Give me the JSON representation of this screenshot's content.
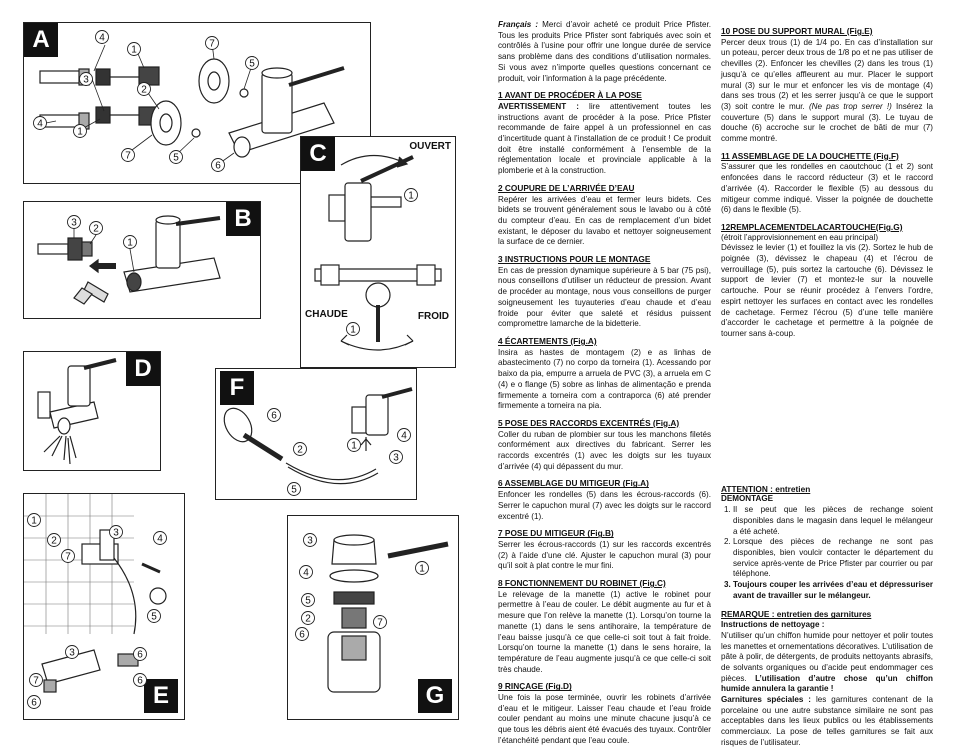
{
  "panels": {
    "A": {
      "tag": "A"
    },
    "B": {
      "tag": "B"
    },
    "C": {
      "tag": "C",
      "ouvert": "OUVERT",
      "chaude": "CHAUDE",
      "froid": "FROID"
    },
    "D": {
      "tag": "D"
    },
    "E": {
      "tag": "E"
    },
    "F": {
      "tag": "F"
    },
    "G": {
      "tag": "G"
    }
  },
  "text": {
    "intro_lang": "Français :",
    "intro": "Merci d’avoir acheté ce produit Price Pfister. Tous les produits Price Pfister sont fabriqués avec soin et contrôlés à l’usine pour offrir une longue durée de service sans problème dans des conditions d’utilisation normales. Si vous avez n’importe quelles questions concernant ce produit, voir l’information à la page précédente.",
    "s1_h": "1 AVANT DE PROCÉDER À LA POSE",
    "s1_warn": "AVERTISSEMENT :",
    "s1": "lire attentivement toutes les instructions avant de procéder à la pose. Price Pfister recommande de faire appel à un professionnel en cas d’incertitude quant à l’installation de ce produit ! Ce produit doit être installé conformément à l’ensemble de la réglementation locale et provinciale applicable à la plomberie et à la construction.",
    "s2_h": "2 COUPURE DE L’ARRIVÉE D’EAU",
    "s2": "Repérer les arrivées d’eau et fermer leurs bidets. Ces bidets se trouvent généralement sous le lavabo ou à côté du compteur d’eau. En cas de remplacement d’un bidet existant, le déposer du lavabo et nettoyer soigneusement la surface de ce dernier.",
    "s3_h": "3 INSTRUCTIONS POUR LE MONTAGE",
    "s3": "En cas de pression dynamique supérieure à 5 bar (75 psi), nous conseillons d’utiliser un réducteur de pression. Avant de procéder au montage, nous vous conseillons de purger soigneusement les tuyauteries d’eau chaude et d’eau froide pour éviter que saleté et résidus puissent compromettre lamarche de la bidetterie.",
    "s4_h": "4 ÉCARTEMENTS (Fig.A)",
    "s4": "Insira as hastes de montagem (2) e as linhas de abastecimento (7) no corpo da torneira (1). Acessando por baixo da pia, empurre a arruela de PVC (3), a arruela em C (4) e o flange (5) sobre as linhas de alimentação e prenda firmemente a torneira com a contraporca (6) até prender firmemente a torneira na pia.",
    "s5_h": "5 POSE DES RACCORDS EXCENTRÉS (Fig.A)",
    "s5": "Coller du ruban de plombier sur tous les manchons filetés conformément aux directives du fabricant. Serrer les raccords excentrés (1) avec les doigts sur les tuyaux d’arrivée (4) qui dépassent du mur.",
    "s6_h": "6 ASSEMBLAGE DU MITIGEUR (Fig.A)",
    "s6": "Enfoncer les rondelles (5) dans les écrous-raccords (6). Serrer le capuchon mural (7) avec les doigts sur le raccord excentré (1).",
    "s7_h": "7 POSE DU MITIGEUR (Fig.B)",
    "s7": "Serrer les écrous-raccords (1) sur les raccords excentrés (2) à l’aide d’une clé. Ajuster le capuchon mural (3) pour qu’il soit à plat contre le mur fini.",
    "s8_h": "8 FONCTIONNEMENT DU ROBINET (Fig.C)",
    "s8": "Le relevage de la manette (1) active le robinet pour permettre à l’eau de couler. Le débit augmente au fur et à mesure que l’on relève la manette (1). Lorsqu’on tourne la manette (1) dans le sens antihoraire, la température de l’eau baisse jusqu’à ce que celle-ci soit tout à fait froide. Lorsqu’on tourne la manette (1) dans le sens horaire, la température de l’eau augmente jusqu’à ce que celle-ci soit très chaude.",
    "s9_h": "9 RINÇAGE (Fig.D)",
    "s9": "Une fois la pose terminée, ouvrir les robinets d’arrivée d’eau et le mitigeur. Laisser l’eau chaude et l’eau froide couler pendant au moins une minute chacune jusqu’à ce que tous les débris aient été évacués des tuyaux. Contrôler l’étanchéité pendant que l’eau coule.",
    "s10_h": "10 POSE DU SUPPORT MURAL (Fig.E)",
    "s10": "Percer deux trous (1) de 1/4 po. En cas d’installation sur un poteau, percer deux trous de 1/8 po et ne pas utiliser de chevilles (2). Enfoncer les chevilles (2) dans les trous (1) jusqu’à ce qu’elles affleurent au mur. Placer le support mural (3) sur le mur et enfoncer les vis de montage (4) dans ses trous (2) et les serrer jusqu’à ce que le support (3) soit contre le mur.",
    "s10_i": "(Ne pas trop serrer !)",
    "s10b": "Insérez la couverture (5) dans le support mural (3). Le tuyau de douche (6) accroche sur le crochet de bâti de mur (7) comme montré.",
    "s11_h": "11 ASSEMBLAGE DE LA DOUCHETTE (Fig.F)",
    "s11": "S’assurer que les rondelles en caoutchouc (1 et 2) sont enfoncées dans le raccord réducteur (3) et le raccord d’arrivée (4). Raccorder le flexible (5) au dessous du mitigeur comme indiqué. Visser la poignée de douchette (6) dans le flexible (5).",
    "s12_h": "12REMPLACEMENTDELACARTOUCHE(Fig.G)",
    "s12_sub": "(étroit l’approvisionnement en eau principal)",
    "s12": "Dévissez le levier (1) et fouillez la vis (2). Sortez le hub de poignée (3), dévissez le chapeau (4) et l’écrou de verrouillage (5), puis sortez la cartouche (6). Dévissez le support de levier (7) et montez-le sur la nouvelle cartouche. Pour se réunir procédez à l’envers l’ordre, espirt nettoyer les surfaces en contact avec les rondelles de cachetage. Fermez l’écrou (5) d’une telle manière d’accorder le cachetage et permettre à la poignée de tourner sans à-coup.",
    "att_h": "ATTENTION : entretien",
    "att_sub": "DEMONTAGE",
    "att1": "Il se peut que les pièces de rechange soient disponibles dans le magasin dans lequel le mélangeur a été acheté.",
    "att2": "Lorsque des pièces de rechange ne sont pas disponibles, bien voulcir contacter le département du service après-vente de Price Pfister par courrier ou par téléphone.",
    "att3": "Toujours couper les arrivées d’eau et dépressuriser avant de travailler sur le mélangeur.",
    "rem_h": "REMARQUE : entretien des garnitures",
    "rem_sub": "Instructions de nettoyage :",
    "rem1": "N’utiliser qu’un chiffon humide pour nettoyer et polir toutes les manettes et ornementations décoratives. L’utilisation de pâte à polir, de détergents, de produits nettoyants abrasifs, de solvants organiques ou d’acide peut endommager ces pièces.",
    "rem1_b": "L’utilisation d’autre chose qu’un chiffon humide annulera la garantie !",
    "rem2_b": "Garnitures spéciales :",
    "rem2": "les garnitures contenant de la porcelaine ou une autre substance similaire ne sont pas acceptables dans les lieux publics ou les établissements commerciaux. La pose de telles garnitures se fait aux risques de l’utilisateur."
  },
  "callouts": {
    "n1": "1",
    "n2": "2",
    "n3": "3",
    "n4": "4",
    "n5": "5",
    "n6": "6",
    "n7": "7"
  }
}
